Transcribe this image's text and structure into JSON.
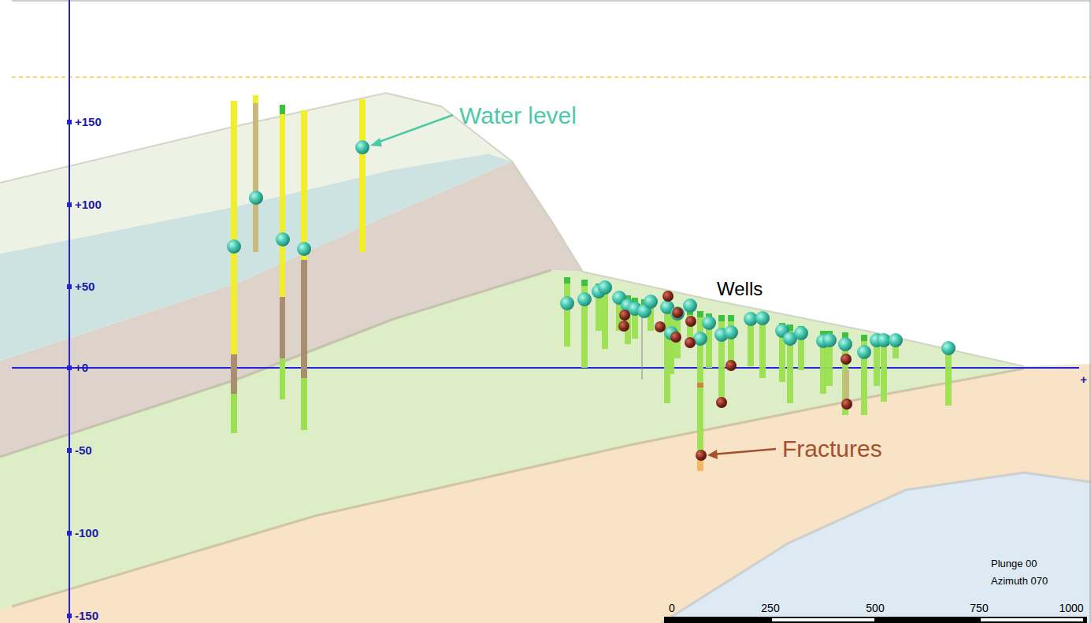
{
  "diagram": {
    "labels": [
      "+150",
      "+100",
      "+50",
      "+0",
      "-50",
      "-100",
      "-150",
      "+",
      "Water level",
      "Wells",
      "Fractures",
      "Plunge 00",
      "Azimuth 070",
      "0",
      "250",
      "500",
      "750",
      "1000"
    ]
  }
}
